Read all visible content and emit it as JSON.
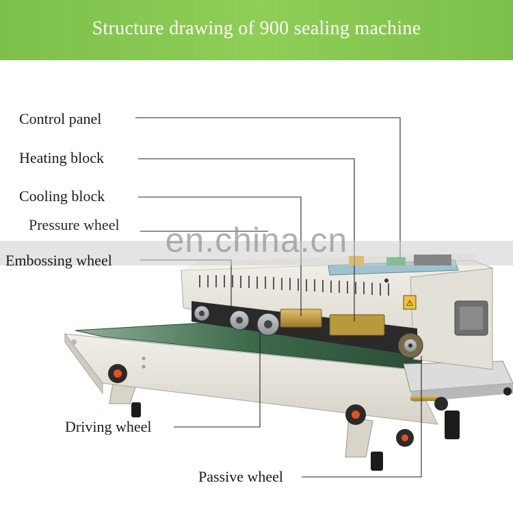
{
  "title": "Structure drawing of 900 sealing machine",
  "labels": {
    "control_panel": "Control panel",
    "heating_block": "Heating block",
    "cooling_block": "Cooling block",
    "pressure_wheel": "Pressure wheel",
    "embossing_wheel": "Embossing wheel",
    "driving_wheel": "Driving wheel",
    "passive_wheel": "Passive wheel"
  },
  "watermark": "en.china.cn",
  "colors": {
    "banner": "#8fce57",
    "banner_text": "#ffffff",
    "machine_body": "#e7e4dc",
    "conveyor_belt": "#2f5a3e",
    "knob": "#e8501a",
    "heating_block": "#b89a3a",
    "cooling_block": "#c8a24a"
  }
}
